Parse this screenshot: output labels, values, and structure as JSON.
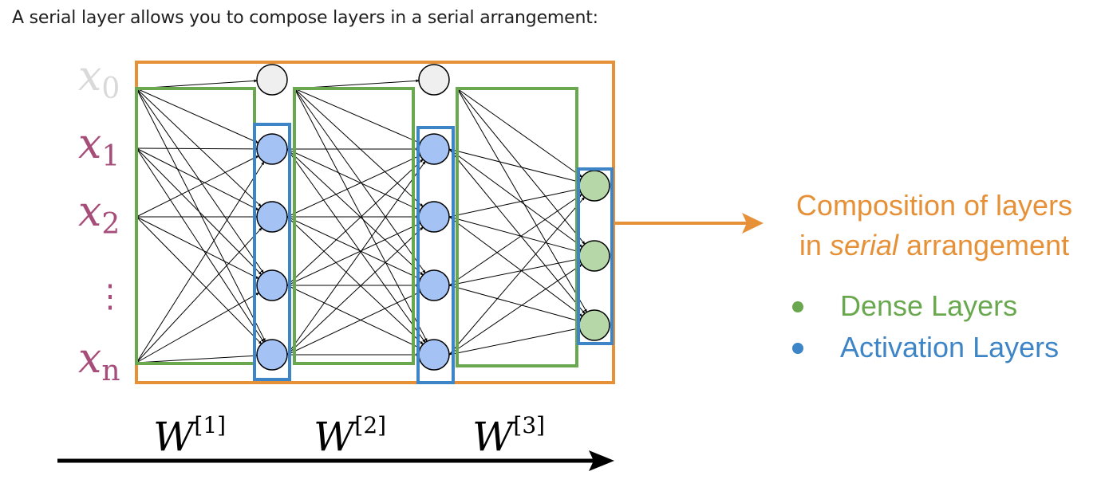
{
  "intro_text": "A serial layer allows you to compose layers in a serial arrangement:",
  "inputs": [
    {
      "base": "x",
      "sub": "0"
    },
    {
      "base": "x",
      "sub": "1"
    },
    {
      "base": "x",
      "sub": "2"
    },
    {
      "base": "⋮",
      "sub": ""
    },
    {
      "base": "x",
      "sub": "n"
    }
  ],
  "weights": [
    {
      "base": "W",
      "sup": "[1]"
    },
    {
      "base": "W",
      "sup": "[2]"
    },
    {
      "base": "W",
      "sup": "[3]"
    }
  ],
  "composition": {
    "line1": "Composition of layers",
    "line2_pre": "in ",
    "line2_em": "serial",
    "line2_post": " arrangement"
  },
  "legend": [
    {
      "label": "Dense Layers",
      "color": "#6aa84f"
    },
    {
      "label": "Activation Layers",
      "color": "#3d85c6"
    }
  ],
  "colors": {
    "orange": "#e69138",
    "green": "#6aa84f",
    "blue": "#3d85c6",
    "input_purple": "#a64d79",
    "bias_gray": "#d9d9d9",
    "hidden_node_fill": "#a4c2f4",
    "output_node_fill": "#b6d7a8",
    "bias_node_fill": "#efefef"
  }
}
